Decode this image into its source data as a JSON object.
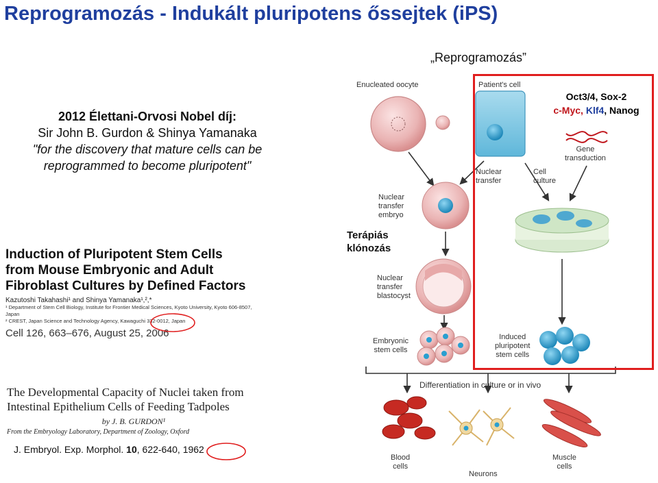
{
  "title": "Reprogramozás - Indukált pluripotens őssejtek (iPS)",
  "reprogramming_heading": "„Reprogramozás”",
  "nobel": {
    "line1": "2012 Élettani-Orvosi Nobel díj:",
    "line2": "Sir John B. Gurdon & Shinya Yamanaka",
    "line3": "\"for the discovery that mature cells can be",
    "line4": "reprogrammed to become pluripotent\""
  },
  "paper_cell": {
    "title_line1": "Induction of Pluripotent Stem Cells",
    "title_line2": "from Mouse Embryonic and Adult",
    "title_line3": "Fibroblast Cultures by Defined Factors",
    "authors": "Kazutoshi Takahashi¹ and Shinya Yamanaka¹,²,*",
    "affiliation1": "¹ Department of Stem Cell Biology, Institute for Frontier Medical Sciences, Kyoto University, Kyoto 606-8507, Japan",
    "affiliation2": "² CREST, Japan Science and Technology Agency, Kawaguchi 332-0012, Japan",
    "citation": "Cell 126, 663–676, August 25, 2006"
  },
  "paper_gurdon": {
    "title_line1": "The Developmental Capacity of Nuclei taken from",
    "title_line2": "Intestinal Epithelium Cells of Feeding Tadpoles",
    "by": "by J. B. GURDON¹",
    "from": "From the Embryology Laboratory, Department of Zoology, Oxford",
    "citation_journal": "J. Embryol. Exp. Morphol. ",
    "citation_volume": "10",
    "citation_rest": ", 622-640, 1962"
  },
  "diagram": {
    "enucleated_oocyte": "Enucleated oocyte",
    "patients_cell": "Patient's cell",
    "nuclear_transfer_1": "Nuclear",
    "nuclear_transfer_2": "transfer",
    "cell_culture_1": "Cell",
    "cell_culture_2": "culture",
    "gene_transduction_1": "Gene",
    "gene_transduction_2": "transduction",
    "nt_embryo_1": "Nuclear",
    "nt_embryo_2": "transfer",
    "nt_embryo_3": "embryo",
    "nt_blastocyst_1": "Nuclear",
    "nt_blastocyst_2": "transfer",
    "nt_blastocyst_3": "blastocyst",
    "embryonic_1": "Embryonic",
    "embryonic_2": "stem cells",
    "induced_1": "Induced",
    "induced_2": "pluripotent",
    "induced_3": "stem cells",
    "differentiation": "Differentiation in culture or in vivo",
    "blood_1": "Blood",
    "blood_2": "cells",
    "neurons": "Neurons",
    "muscle_1": "Muscle",
    "muscle_2": "cells"
  },
  "factors": {
    "line1": "Oct3/4, Sox-2",
    "cmyc": "c-Myc, ",
    "klf4": "Klf4",
    "nanog": ", Nanog"
  },
  "therapy": {
    "line1": "Terápiás",
    "line2": "klónozás"
  },
  "colors": {
    "title": "#1f3f9e",
    "highlight_red": "#e01e1e",
    "klf4_blue": "#1f3f9e",
    "cmyc_red": "#c0161c",
    "cell_pink": "#e8b2b2",
    "nucleus_blue": "#2a9fd0"
  }
}
